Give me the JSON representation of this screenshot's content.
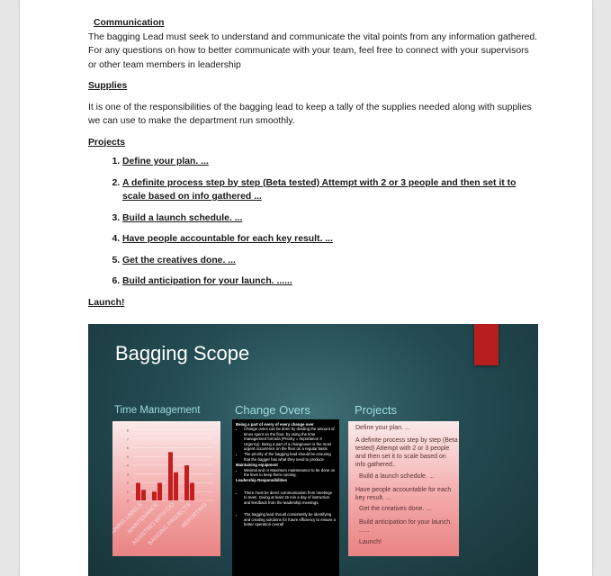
{
  "document": {
    "communication": {
      "heading": "Communication",
      "body": "The bagging Lead must seek to understand and communicate the vital points from any information gathered. For any questions on how to better communicate with your team, feel free to connect with your supervisors or other team members in leadership"
    },
    "supplies": {
      "heading": "Supplies",
      "body": "It is one of the responsibilities of the bagging lead to keep a tally of the supplies needed along with supplies we can use to make the department run smoothly."
    },
    "projects": {
      "heading": "Projects",
      "items": [
        "Define your plan. ...",
        "A definite process step by step (Beta tested) Attempt with 2 or 3 people and then set it to scale based on info gathered ...",
        "Build a launch schedule. ...",
        "Have people accountable for each key result. ...",
        "Get the creatives done. ...",
        "Build anticipation for your launch. ......"
      ]
    },
    "launch": "Launch!"
  },
  "slide": {
    "title": "Bagging Scope",
    "columns": [
      "Time Management",
      "Change Overs",
      "Projects"
    ],
    "change_overs": {
      "header": "Being a part of every of every change over",
      "bullets": [
        "Change overs can be done by dividing the amount of times spent on the floor, by using the time management formula (Priority = Importance X Urgency). Being a part of a changeover is the most urgent occurrence on the floor on a regular basis.",
        "The priority of the bagging lead should be ensuring that the bagger has what they need to produce"
      ],
      "sub1": "Maintaining equipment",
      "bullets2": [
        "Minimal and or Maximum maintenance to be done on the lines to keep them running."
      ],
      "sub2": "Leadership Responsibilities",
      "bullets3": [
        "There must be direct communication from meetings to team. Giving at least 15 min a day of instruction and feedback from the leadership meetings.",
        "The bagging lead should consistently be identifying and creating solutions for future efficiency to ensure a better operation overall"
      ]
    },
    "projects_items": [
      "Define your plan. ...",
      "A definite process step by step (Beta tested) Attempt with 2 or 3 people and then set it to scale based on info gathered..",
      "Build a launch schedule. ...",
      "Have people accountable for each key result. ...",
      "Get the creatives done. ...",
      "Build anticipation for your launch. ......",
      "Launch!"
    ],
    "chart_data": {
      "type": "bar",
      "categories": [
        "TRAINING LABELS",
        "MAINTENANCE",
        "ASSISTING WITH C/O",
        "BAGGING PROJECTS",
        "REPORTING"
      ],
      "yticks": [
        "0",
        "1",
        "2",
        "3",
        "4",
        "5",
        "6",
        "7",
        "8"
      ],
      "ylim": [
        0,
        8
      ],
      "series": [
        {
          "values": [
            2.0,
            1.0,
            5.5,
            4.0
          ]
        },
        {
          "values": [
            1.2,
            2.0,
            3.2,
            2.0
          ]
        }
      ],
      "bar_color": "#c41e1e"
    }
  }
}
